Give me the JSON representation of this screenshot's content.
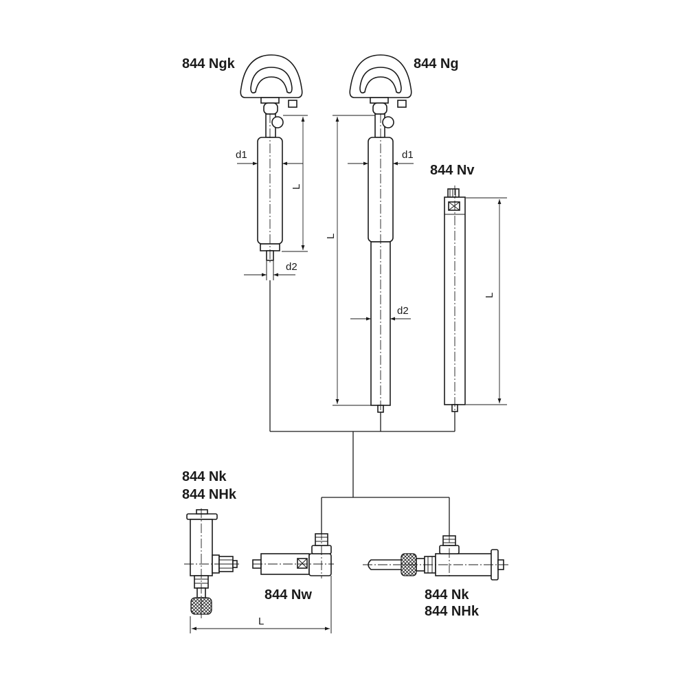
{
  "labels": {
    "ngk": "844 Ngk",
    "ng": "844 Ng",
    "nv": "844 Nv",
    "nk_left_1": "844 Nk",
    "nk_left_2": "844 NHk",
    "nw": "844 Nw",
    "nk_right_1": "844 Nk",
    "nk_right_2": "844 NHk"
  },
  "dimensions": {
    "d1": "d1",
    "d2": "d2",
    "length": "L"
  },
  "colors": {
    "line": "#1a1a1a",
    "background": "#ffffff"
  }
}
